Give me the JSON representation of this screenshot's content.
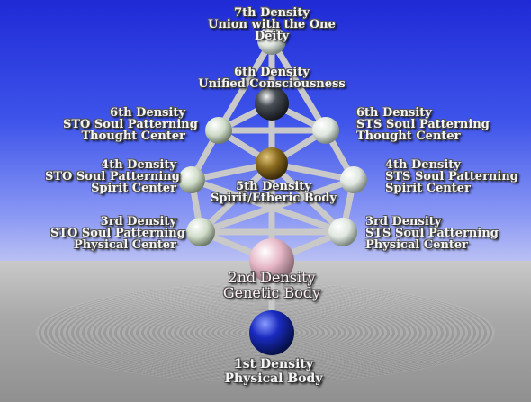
{
  "labels": {
    "d7": [
      "7th Density",
      "Union with the One",
      "Deity"
    ],
    "d6": [
      "6th Density",
      "Unified Consciousness"
    ],
    "sto6": [
      "6th Density",
      "STO Soul Patterning",
      "Thought Center"
    ],
    "sts6": [
      "6th Density",
      "STS Soul Patterning",
      "Thought Center"
    ],
    "sto4": [
      "4th Density",
      "STO Soul Patterning",
      "Spirit Center"
    ],
    "sts4": [
      "4th Density",
      "STS Soul Patterning",
      "Spirit Center"
    ],
    "d5": [
      "5th Density",
      "Spirit/Etheric Body"
    ],
    "sto3": [
      "3rd Density",
      "STO Soul Patterning",
      "Physical Center"
    ],
    "sts3": [
      "3rd Density",
      "STS Soul Patterning",
      "Physical Center"
    ],
    "d2": [
      "2nd Density",
      "Genetic Body"
    ],
    "d1": [
      "1st Density",
      "Physical Body"
    ]
  },
  "colors": {
    "sky_top": "#1f2ad6",
    "floor": "#a9a9a9",
    "bar": "#c8c8c8",
    "sphere_white": "#eef2ee",
    "sphere_gold": "#8a6a1e",
    "sphere_pink": "#e7b8c8",
    "sphere_blue": "#1a2bc0",
    "sphere_dark": "#3a3f45"
  }
}
